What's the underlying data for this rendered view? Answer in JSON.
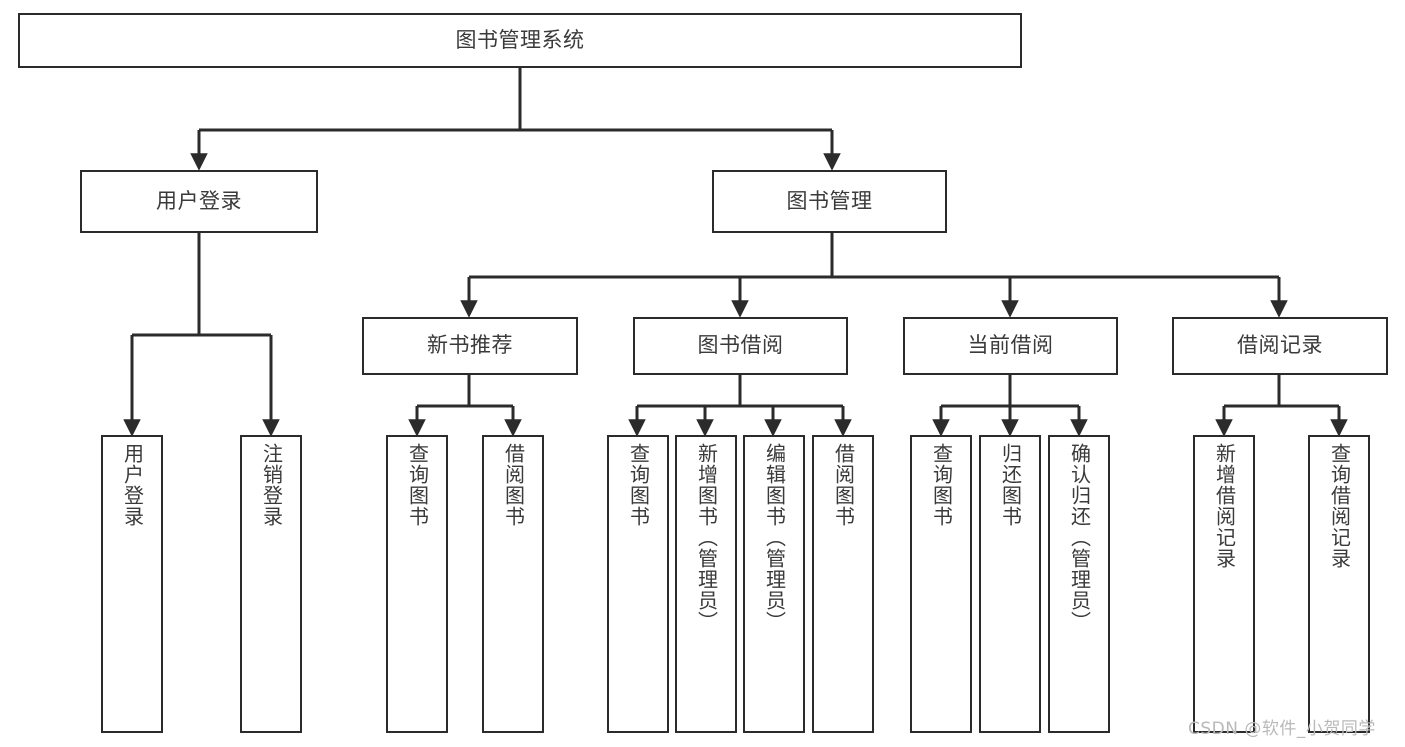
{
  "diagram": {
    "title": "图书管理系统",
    "watermark": "CSDN @软件_小贺同学",
    "line_color": "#2b2b2b",
    "box_fill": "#ffffff",
    "text_color": "#3a3a3a",
    "nodes": {
      "root": "图书管理系统",
      "level2": {
        "user_login": "用户登录",
        "book_manage": "图书管理"
      },
      "level3": {
        "new_book_rec": "新书推荐",
        "book_borrow": "图书借阅",
        "current_borrow": "当前借阅",
        "borrow_record": "借阅记录"
      },
      "leaves": {
        "user_login_1": "用户登录",
        "user_login_2": "注销登录",
        "new_book_rec_1": "查询图书",
        "new_book_rec_2": "借阅图书",
        "book_borrow_1": "查询图书",
        "book_borrow_2": "新增图书（管理员）",
        "book_borrow_3": "编辑图书（管理员）",
        "book_borrow_4": "借阅图书",
        "current_borrow_1": "查询图书",
        "current_borrow_2": "归还图书",
        "current_borrow_3": "确认归还（管理员）",
        "borrow_record_1": "新增借阅记录",
        "borrow_record_2": "查询借阅记录"
      }
    }
  }
}
